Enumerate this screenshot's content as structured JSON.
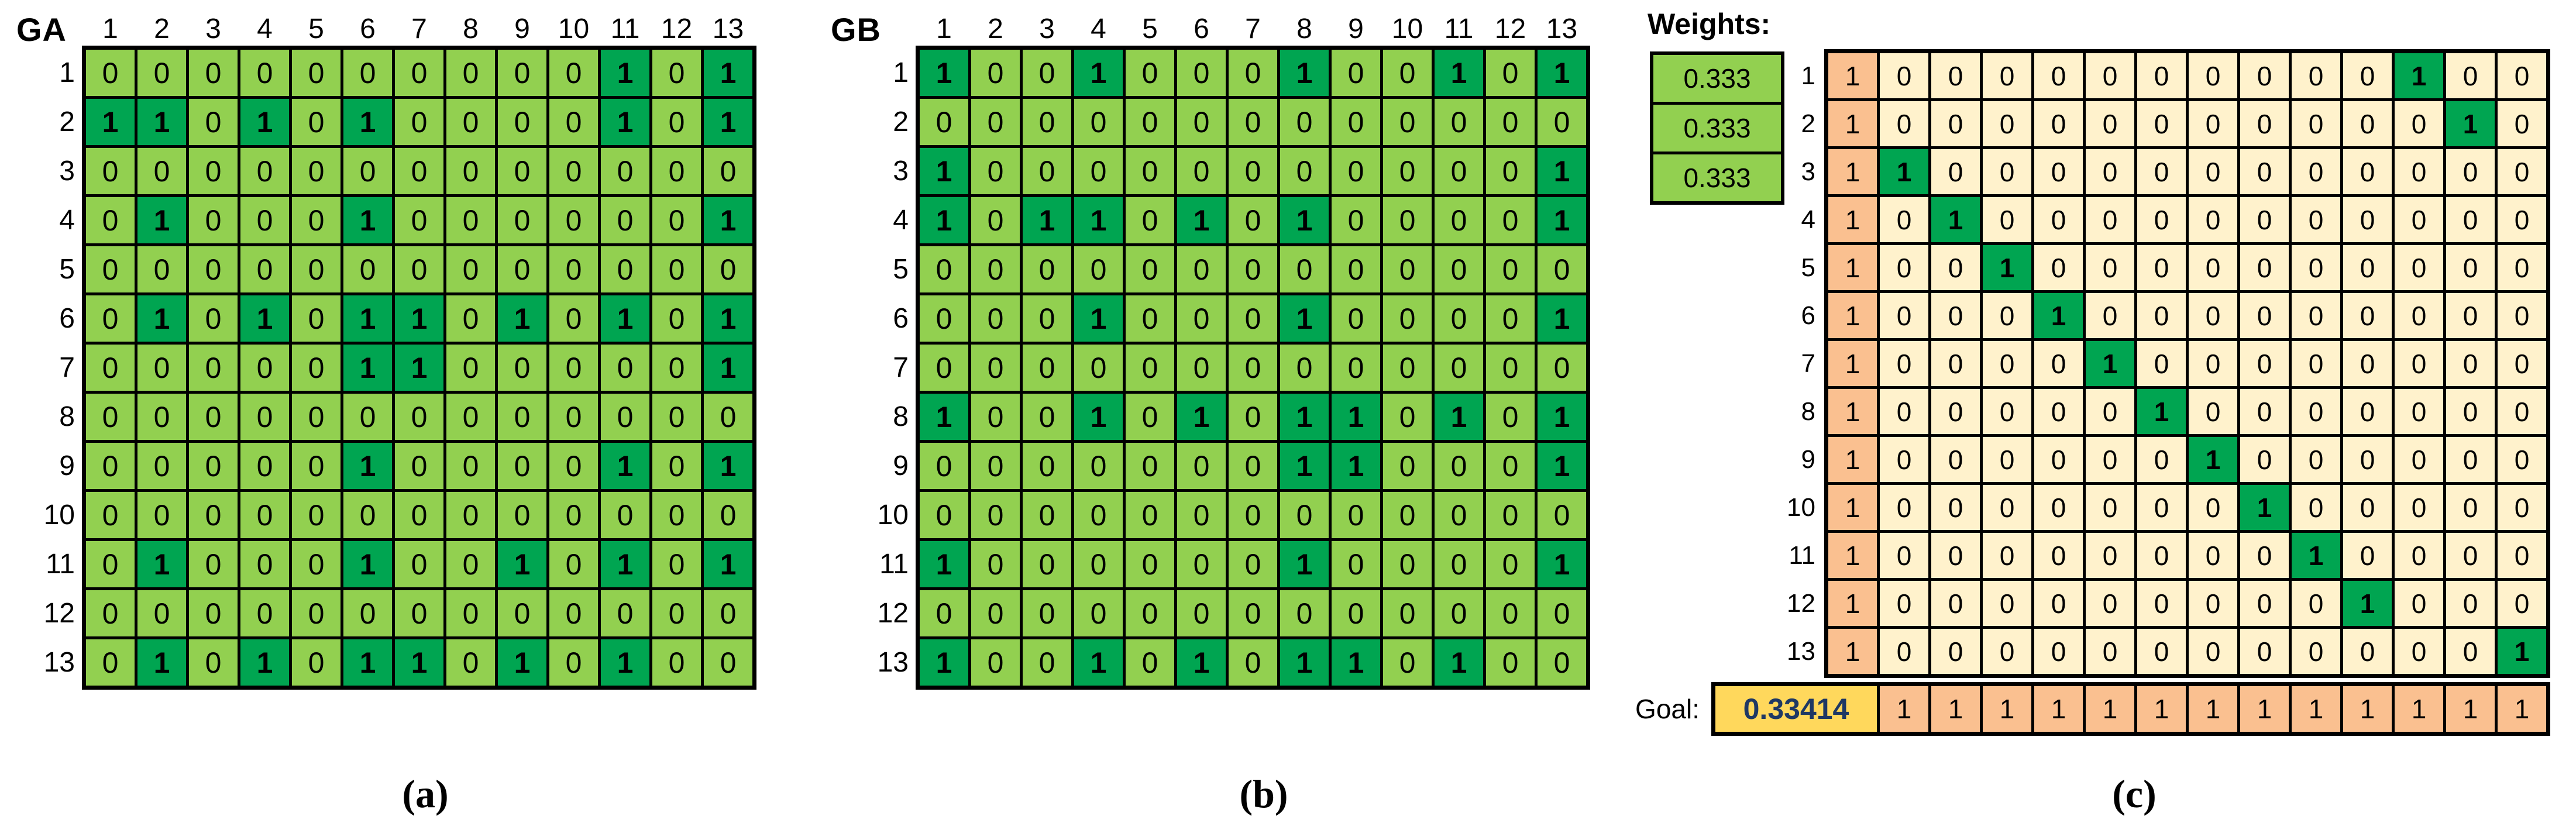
{
  "colors": {
    "light_green": "#92D050",
    "dark_green": "#00A551",
    "cream": "#FFF2CC",
    "orange": "#FAC090",
    "goal_yellow": "#FFD85C",
    "goal_navy": "#1F3864"
  },
  "panel_a": {
    "label": "GA",
    "caption": "(a)",
    "col_headers": [
      1,
      2,
      3,
      4,
      5,
      6,
      7,
      8,
      9,
      10,
      11,
      12,
      13
    ],
    "row_headers": [
      1,
      2,
      3,
      4,
      5,
      6,
      7,
      8,
      9,
      10,
      11,
      12,
      13
    ],
    "matrix": [
      [
        0,
        0,
        0,
        0,
        0,
        0,
        0,
        0,
        0,
        0,
        1,
        0,
        1
      ],
      [
        1,
        1,
        0,
        1,
        0,
        1,
        0,
        0,
        0,
        0,
        1,
        0,
        1
      ],
      [
        0,
        0,
        0,
        0,
        0,
        0,
        0,
        0,
        0,
        0,
        0,
        0,
        0
      ],
      [
        0,
        1,
        0,
        0,
        0,
        1,
        0,
        0,
        0,
        0,
        0,
        0,
        1
      ],
      [
        0,
        0,
        0,
        0,
        0,
        0,
        0,
        0,
        0,
        0,
        0,
        0,
        0
      ],
      [
        0,
        1,
        0,
        1,
        0,
        1,
        1,
        0,
        1,
        0,
        1,
        0,
        1
      ],
      [
        0,
        0,
        0,
        0,
        0,
        1,
        1,
        0,
        0,
        0,
        0,
        0,
        1
      ],
      [
        0,
        0,
        0,
        0,
        0,
        0,
        0,
        0,
        0,
        0,
        0,
        0,
        0
      ],
      [
        0,
        0,
        0,
        0,
        0,
        1,
        0,
        0,
        0,
        0,
        1,
        0,
        1
      ],
      [
        0,
        0,
        0,
        0,
        0,
        0,
        0,
        0,
        0,
        0,
        0,
        0,
        0
      ],
      [
        0,
        1,
        0,
        0,
        0,
        1,
        0,
        0,
        1,
        0,
        1,
        0,
        1
      ],
      [
        0,
        0,
        0,
        0,
        0,
        0,
        0,
        0,
        0,
        0,
        0,
        0,
        0
      ],
      [
        0,
        1,
        0,
        1,
        0,
        1,
        1,
        0,
        1,
        0,
        1,
        0,
        0
      ]
    ]
  },
  "panel_b": {
    "label": "GB",
    "caption": "(b)",
    "col_headers": [
      1,
      2,
      3,
      4,
      5,
      6,
      7,
      8,
      9,
      10,
      11,
      12,
      13
    ],
    "row_headers": [
      1,
      2,
      3,
      4,
      5,
      6,
      7,
      8,
      9,
      10,
      11,
      12,
      13
    ],
    "matrix": [
      [
        1,
        0,
        0,
        1,
        0,
        0,
        0,
        1,
        0,
        0,
        1,
        0,
        1
      ],
      [
        0,
        0,
        0,
        0,
        0,
        0,
        0,
        0,
        0,
        0,
        0,
        0,
        0
      ],
      [
        1,
        0,
        0,
        0,
        0,
        0,
        0,
        0,
        0,
        0,
        0,
        0,
        1
      ],
      [
        1,
        0,
        1,
        1,
        0,
        1,
        0,
        1,
        0,
        0,
        0,
        0,
        1
      ],
      [
        0,
        0,
        0,
        0,
        0,
        0,
        0,
        0,
        0,
        0,
        0,
        0,
        0
      ],
      [
        0,
        0,
        0,
        1,
        0,
        0,
        0,
        1,
        0,
        0,
        0,
        0,
        1
      ],
      [
        0,
        0,
        0,
        0,
        0,
        0,
        0,
        0,
        0,
        0,
        0,
        0,
        0
      ],
      [
        1,
        0,
        0,
        1,
        0,
        1,
        0,
        1,
        1,
        0,
        1,
        0,
        1
      ],
      [
        0,
        0,
        0,
        0,
        0,
        0,
        0,
        1,
        1,
        0,
        0,
        0,
        1
      ],
      [
        0,
        0,
        0,
        0,
        0,
        0,
        0,
        0,
        0,
        0,
        0,
        0,
        0
      ],
      [
        1,
        0,
        0,
        0,
        0,
        0,
        0,
        1,
        0,
        0,
        0,
        0,
        1
      ],
      [
        0,
        0,
        0,
        0,
        0,
        0,
        0,
        0,
        0,
        0,
        0,
        0,
        0
      ],
      [
        1,
        0,
        0,
        1,
        0,
        1,
        0,
        1,
        1,
        0,
        1,
        0,
        0
      ]
    ]
  },
  "panel_c": {
    "caption": "(c)",
    "weights_label": "Weights:",
    "weights": [
      "0.333",
      "0.333",
      "0.333"
    ],
    "row_headers": [
      1,
      2,
      3,
      4,
      5,
      6,
      7,
      8,
      9,
      10,
      11,
      12,
      13
    ],
    "lead_column": [
      "1",
      "1",
      "1",
      "1",
      "1",
      "1",
      "1",
      "1",
      "1",
      "1",
      "1",
      "1",
      "1"
    ],
    "matrix": [
      [
        0,
        0,
        0,
        0,
        0,
        0,
        0,
        0,
        0,
        0,
        1,
        0,
        0
      ],
      [
        0,
        0,
        0,
        0,
        0,
        0,
        0,
        0,
        0,
        0,
        0,
        1,
        0
      ],
      [
        1,
        0,
        0,
        0,
        0,
        0,
        0,
        0,
        0,
        0,
        0,
        0,
        0
      ],
      [
        0,
        1,
        0,
        0,
        0,
        0,
        0,
        0,
        0,
        0,
        0,
        0,
        0
      ],
      [
        0,
        0,
        1,
        0,
        0,
        0,
        0,
        0,
        0,
        0,
        0,
        0,
        0
      ],
      [
        0,
        0,
        0,
        1,
        0,
        0,
        0,
        0,
        0,
        0,
        0,
        0,
        0
      ],
      [
        0,
        0,
        0,
        0,
        1,
        0,
        0,
        0,
        0,
        0,
        0,
        0,
        0
      ],
      [
        0,
        0,
        0,
        0,
        0,
        1,
        0,
        0,
        0,
        0,
        0,
        0,
        0
      ],
      [
        0,
        0,
        0,
        0,
        0,
        0,
        1,
        0,
        0,
        0,
        0,
        0,
        0
      ],
      [
        0,
        0,
        0,
        0,
        0,
        0,
        0,
        1,
        0,
        0,
        0,
        0,
        0
      ],
      [
        0,
        0,
        0,
        0,
        0,
        0,
        0,
        0,
        1,
        0,
        0,
        0,
        0
      ],
      [
        0,
        0,
        0,
        0,
        0,
        0,
        0,
        0,
        0,
        1,
        0,
        0,
        0
      ],
      [
        0,
        0,
        0,
        0,
        0,
        0,
        0,
        0,
        0,
        0,
        0,
        0,
        1
      ]
    ],
    "goal_label": "Goal:",
    "goal_value": "0.33414",
    "goal_row": [
      "1",
      "1",
      "1",
      "1",
      "1",
      "1",
      "1",
      "1",
      "1",
      "1",
      "1",
      "1",
      "1"
    ]
  }
}
